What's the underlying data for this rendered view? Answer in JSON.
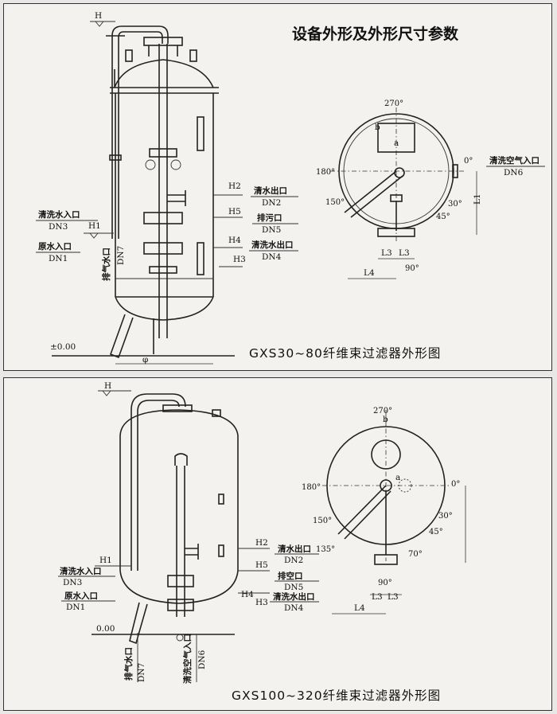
{
  "top": {
    "title": "设备外形及外形尺寸参数",
    "caption": "GXS30~80纤维束过滤器外形图",
    "labels": {
      "H": "H",
      "H1": "H1",
      "H2": "H2",
      "H3": "H3",
      "H4": "H4",
      "H5": "H5",
      "zero": "±0.00",
      "phi": "φ",
      "L1": "L1",
      "L3a": "L3",
      "L3b": "L3",
      "L4": "L4",
      "a": "a",
      "b": "b"
    },
    "ports": {
      "clean_wash_in": "清洗水入口",
      "dn3": "DN3",
      "raw_in": "原水入口",
      "dn1": "DN1",
      "clean_out": "清水出口",
      "dn2": "DN2",
      "drain": "排污口",
      "dn5": "DN5",
      "clean_wash_out": "清洗水出口",
      "dn4": "DN4",
      "exhaust": "排气水口",
      "dn7": "DN7",
      "air_in": "清洗空气入口",
      "dn6": "DN6"
    },
    "angles": {
      "a270": "270°",
      "a180": "180°",
      "a0": "0°",
      "a150": "150°",
      "a30": "30°",
      "a45": "45°",
      "a90": "90°"
    }
  },
  "bottom": {
    "caption": "GXS100~320纤维束过滤器外形图",
    "labels": {
      "H": "H",
      "H1": "H1",
      "H2": "H2",
      "H3": "H3",
      "H4": "H4",
      "H5": "H5",
      "zero": "0.00",
      "L3a": "L3",
      "L3b": "L3",
      "L4": "L4",
      "b": "b",
      "a": "a"
    },
    "ports": {
      "clean_wash_in": "清洗水入口",
      "dn3": "DN3",
      "raw_in": "原水入口",
      "dn1": "DN1",
      "clean_out": "清水出口",
      "dn2": "DN2",
      "drain": "排空口",
      "dn5": "DN5",
      "clean_wash_out": "清洗水出口",
      "dn4": "DN4",
      "exhaust": "排气水口",
      "dn7": "DN7",
      "air_in": "清洗空气入口",
      "dn6": "DN6"
    },
    "angles": {
      "a270": "270°",
      "a180": "180°",
      "a0": "0°",
      "a150": "150°",
      "a135": "135°",
      "a30": "30°",
      "a45": "45°",
      "a70": "70°",
      "a90": "90°"
    }
  }
}
